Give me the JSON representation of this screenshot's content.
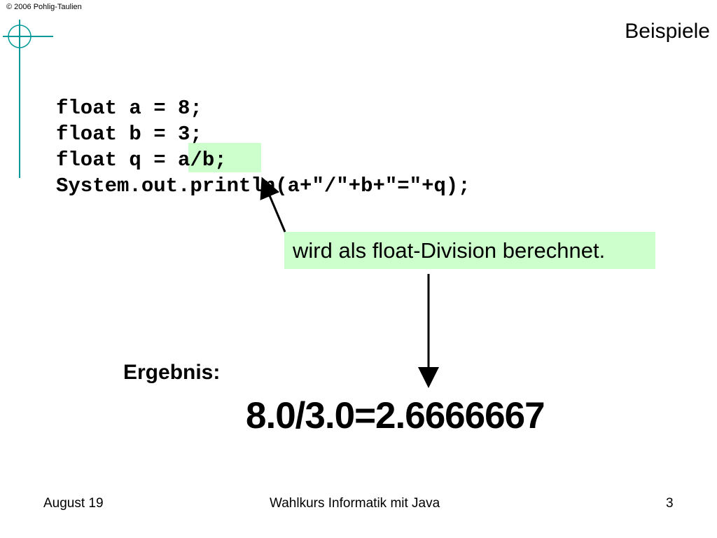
{
  "header": {
    "copyright": "© 2006 Pohlig-Taulien",
    "title": "Beispiele"
  },
  "code": {
    "lines": [
      "float a = 8;",
      "float b = 3;",
      "float q = a/b;",
      "System.out.println(a+\"/\"+b+\"=\"+q);"
    ]
  },
  "note": {
    "text": "wird als float-Division berechnet."
  },
  "result": {
    "label": "Ergebnis:",
    "value": "8.0/3.0=2.6666667"
  },
  "footer": {
    "date": "August 19",
    "course": "Wahlkurs Informatik mit Java",
    "page": "3"
  },
  "colors": {
    "highlight": "#ccffcc",
    "logo": "#009999"
  }
}
